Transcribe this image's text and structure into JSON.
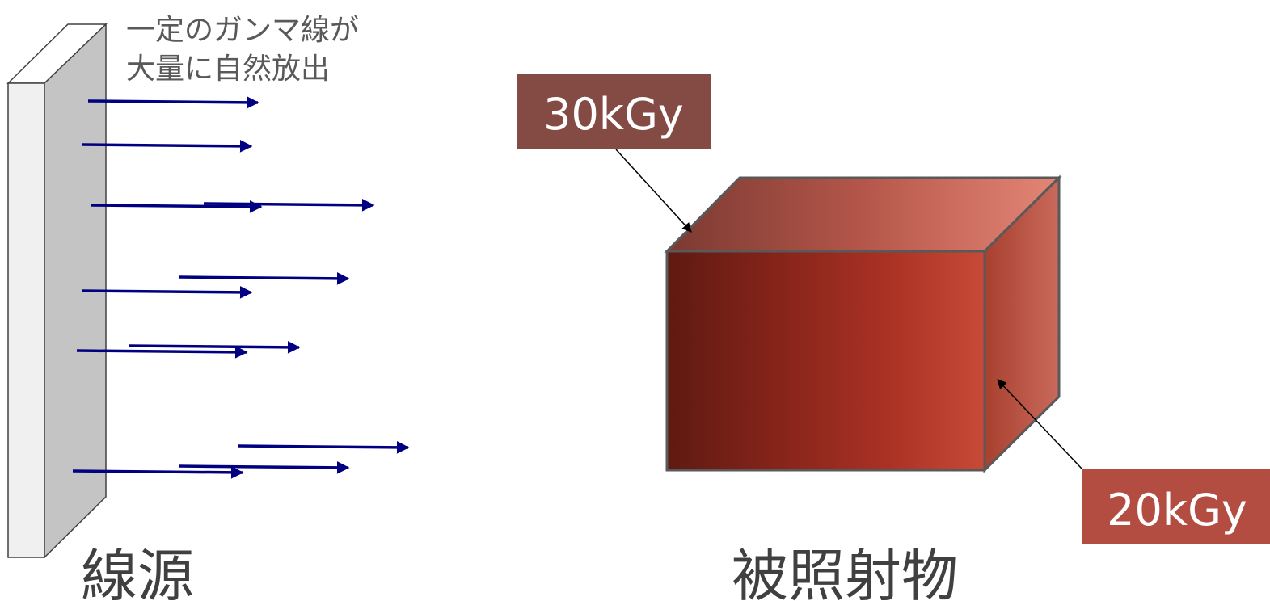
{
  "source": {
    "note_line1": "一定のガンマ線が",
    "note_line2": "大量に自然放出",
    "label": "線源"
  },
  "target": {
    "label": "被照射物",
    "dose_top": "30kGy",
    "dose_side": "20kGy"
  },
  "colors": {
    "arrow": "#000080",
    "plate_front": "#f0f0f0",
    "plate_side": "#c4c4c4",
    "box_front_dark": "#5e1a12",
    "box_front_light": "#c84a38",
    "box_top_dark": "#7a3a32",
    "box_top_light": "#e48676",
    "box_side": "#bc5a4c",
    "label_top_bg": "#844a44",
    "label_side_bg": "#b34d41",
    "label_text": "#ffffff",
    "text_gray": "#595959",
    "text_dark": "#404040"
  }
}
